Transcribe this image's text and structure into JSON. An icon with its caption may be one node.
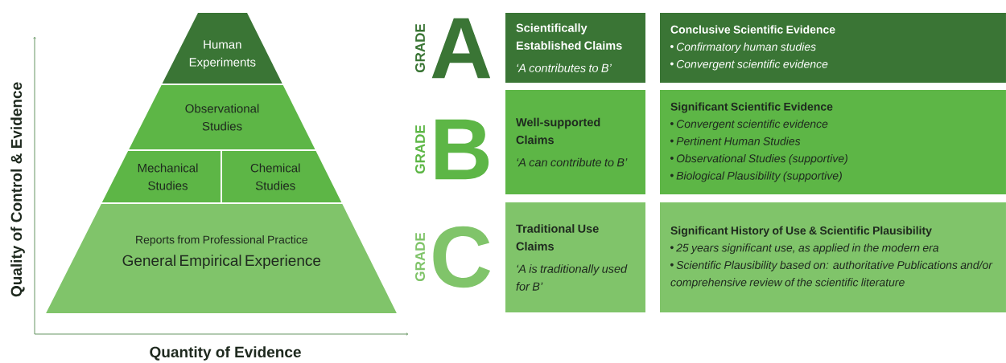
{
  "diagram": {
    "nodes": [
      {
        "text": [
          "Human Experiments"
        ]
      },
      {
        "text": [
          "Observational Studies"
        ]
      },
      {
        "text": [
          "Mechanical Studies"
        ]
      },
      {
        "text": [
          "Chemical Studies"
        ]
      },
      {
        "text": [
          "Reports from Professional Practice",
          "General Empirical Experience"
        ]
      },
      {
        "text": [
          "Scientifically Established Claims",
          "‘A contributes to B’"
        ]
      },
      {
        "text": [
          "Conclusive Scientific Evidence",
          "Confirmatory human studies",
          "Convergent scientific evidence"
        ]
      },
      {
        "text": [
          "Well-supported Claims",
          "‘A can contribute to B’"
        ]
      },
      {
        "text": [
          "Significant Scientific Evidence",
          "Convergent scientific evidence",
          "Pertinent Human Studies",
          "Observational Studies (supportive)",
          "Biological Plausibility (supportive)"
        ]
      },
      {
        "text": [
          "Traditional Use Claims",
          "‘A is traditionally used for B’"
        ]
      },
      {
        "text": [
          "Significant History of Use & Scientific Plausibility",
          "25 years significant use, as applied in the modern era",
          "Scientific Plausibility based on: authoritative Publications and/or comprehensive review of the scientific literature"
        ]
      }
    ],
    "labels": [
      "Quality of Control & Evidence",
      "Quantity of Evidence",
      "GRADE",
      "A",
      "GRADE",
      "B",
      "GRADE",
      "C"
    ]
  }
}
